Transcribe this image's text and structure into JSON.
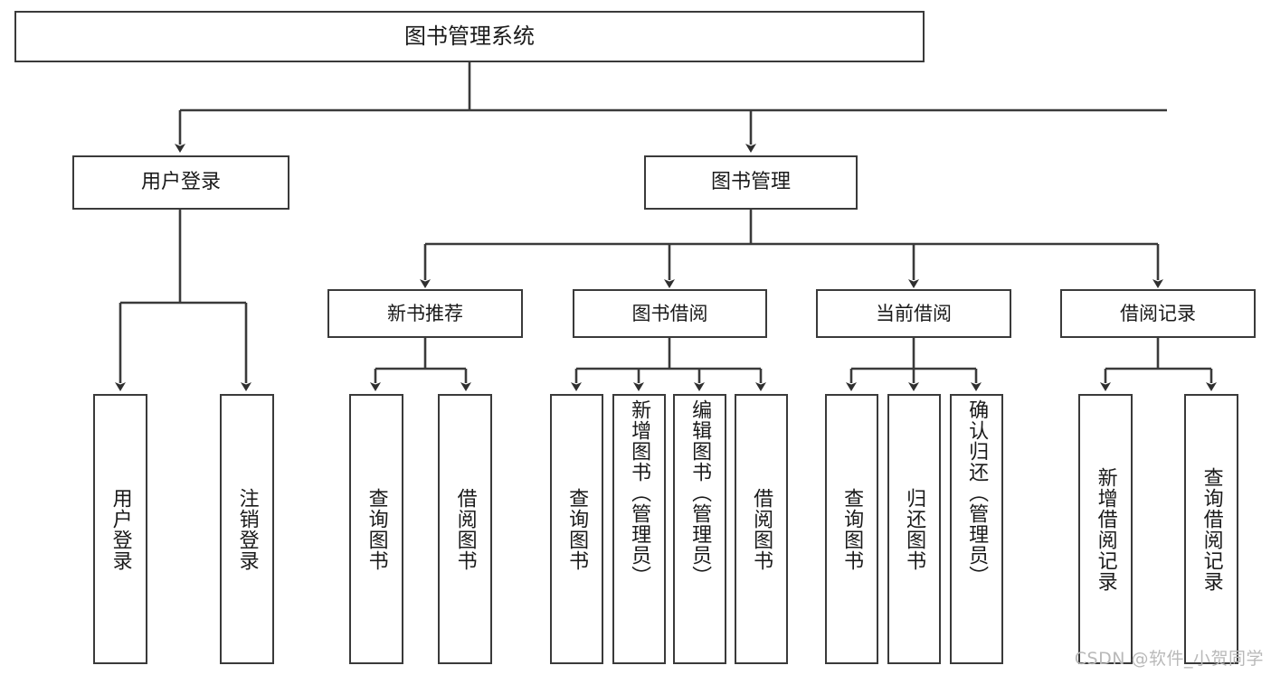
{
  "diagram": {
    "type": "hierarchy-tree",
    "title": "图书管理系统",
    "root": {
      "label": "图书管理系统"
    },
    "level2": [
      {
        "label": "用户登录"
      },
      {
        "label": "图书管理"
      }
    ],
    "level3": [
      {
        "label": "新书推荐"
      },
      {
        "label": "图书借阅"
      },
      {
        "label": "当前借阅"
      },
      {
        "label": "借阅记录"
      }
    ],
    "leaves": {
      "user_login": [
        {
          "label": "用户登录"
        },
        {
          "label": "注销登录"
        }
      ],
      "new_book_recommend": [
        {
          "label": "查询图书"
        },
        {
          "label": "借阅图书"
        }
      ],
      "book_borrow": [
        {
          "label": "查询图书"
        },
        {
          "label": "新增图书（管理员）"
        },
        {
          "label": "编辑图书（管理员）"
        },
        {
          "label": "借阅图书"
        }
      ],
      "current_borrow": [
        {
          "label": "查询图书"
        },
        {
          "label": "归还图书"
        },
        {
          "label": "确认归还（管理员）"
        }
      ],
      "borrow_records": [
        {
          "label": "新增借阅记录"
        },
        {
          "label": "查询借阅记录"
        }
      ]
    }
  },
  "watermark": {
    "text": "CSDN @软件_小贺同学"
  },
  "colors": {
    "stroke": "#3a3a3a",
    "background": "#ffffff",
    "text": "#1a1a1a",
    "watermark": "#b9b9b9"
  }
}
